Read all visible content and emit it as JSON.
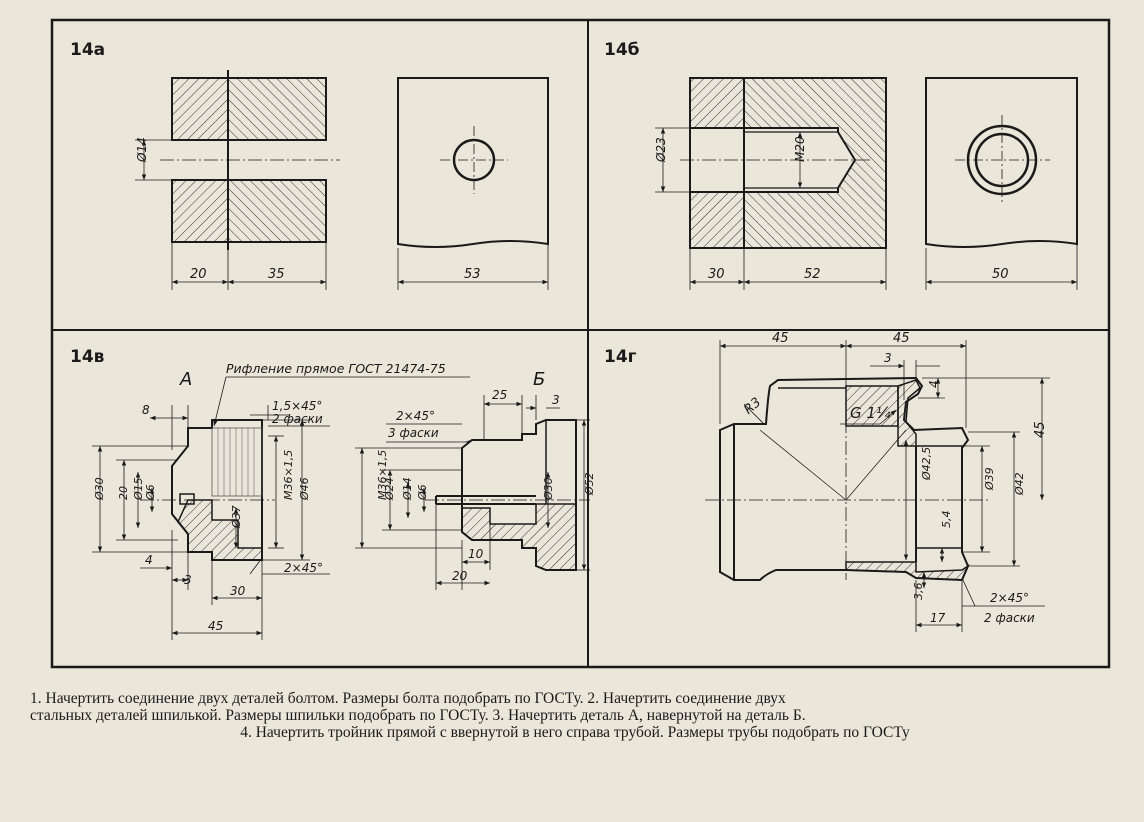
{
  "panels": {
    "a": {
      "label": "14а",
      "dims": {
        "d14": "Ø14",
        "d20": "20",
        "d35": "35",
        "d53": "53"
      }
    },
    "b": {
      "label": "14б",
      "dims": {
        "d23": "Ø23",
        "m20": "M20",
        "d30": "30",
        "d52": "52",
        "d50": "50"
      }
    },
    "c": {
      "label": "14в",
      "part_a": "А",
      "part_b": "Б",
      "note": "Рифление прямое ГОСТ 21474-75",
      "dims": {
        "d8": "8",
        "c15": "1,5×45°",
        "f2": "2 фаски",
        "d30": "Ø30",
        "d20": "20",
        "d15": "Ø15",
        "d6": "Ø6",
        "d37": "Ø37",
        "m36": "M36×1,5",
        "d46": "Ø46",
        "d4": "4",
        "d3": "3",
        "c2": "2×45°",
        "w30": "30",
        "w45": "45",
        "c2b": "2×45°",
        "f3": "3 фаски",
        "d25": "25",
        "d3b": "3",
        "m36b": "M36×1,5",
        "d24": "Ø24",
        "d14": "Ø14",
        "d6b": "Ø6",
        "d30b": "Ø30",
        "d52": "Ø52",
        "d10": "10"
      }
    },
    "d": {
      "label": "14г",
      "dims": {
        "d45a": "45",
        "d45b": "45",
        "d3": "3",
        "d4": "4",
        "r3": "R3",
        "g": "G 1¼",
        "d45v": "45",
        "d425": "Ø42,5",
        "d39": "Ø39",
        "d42": "Ø42",
        "d54": "5,4",
        "d36": "3,6",
        "c2": "2×45°",
        "f2": "2 фаски",
        "d17": "17"
      }
    }
  },
  "caption": {
    "line1": "1. Начертить соединение двух деталей болтом. Размеры болта подобрать по ГОСТу. 2. Начертить соединение двух",
    "line2": "стальных деталей шпилькой. Размеры шпильки подобрать по ГОСТу. 3. Начертить деталь А, навернутой на деталь Б.",
    "line3": "4. Начертить тройник прямой с ввернутой в него справа трубой. Размеры трубы подобрать по ГОСТу"
  }
}
